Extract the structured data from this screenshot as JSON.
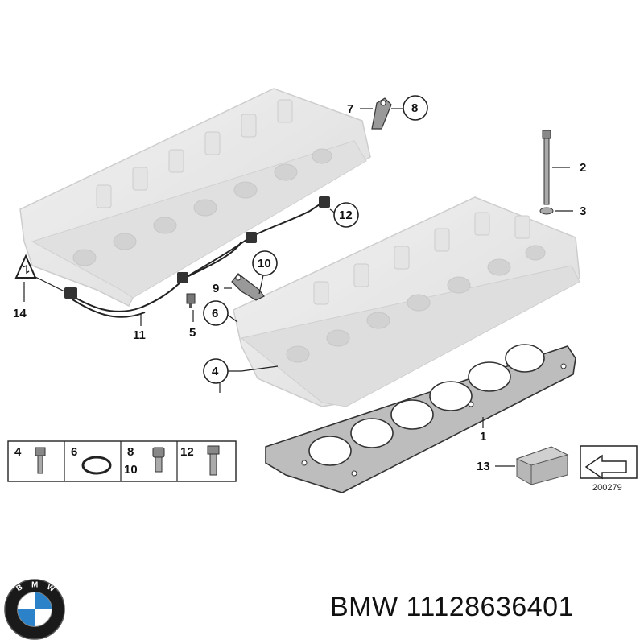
{
  "callouts": {
    "c1": "1",
    "c2": "2",
    "c3": "3",
    "c4": "4",
    "c5": "5",
    "c6": "6",
    "c7": "7",
    "c8": "8",
    "c9": "9",
    "c10": "10",
    "c11": "11",
    "c12": "12",
    "c13": "13",
    "c14": "14"
  },
  "legend": {
    "cell1": "4",
    "cell2": "6",
    "cell3_top": "8",
    "cell3_bottom": "10",
    "cell4": "12"
  },
  "reference_number": "200279",
  "caption": {
    "brand": "BMW",
    "part_number": "11128636401"
  },
  "logo": {
    "letters": "BMW",
    "colors": {
      "blue": "#2b82c9",
      "white": "#ffffff",
      "black": "#1a1a1a"
    }
  }
}
